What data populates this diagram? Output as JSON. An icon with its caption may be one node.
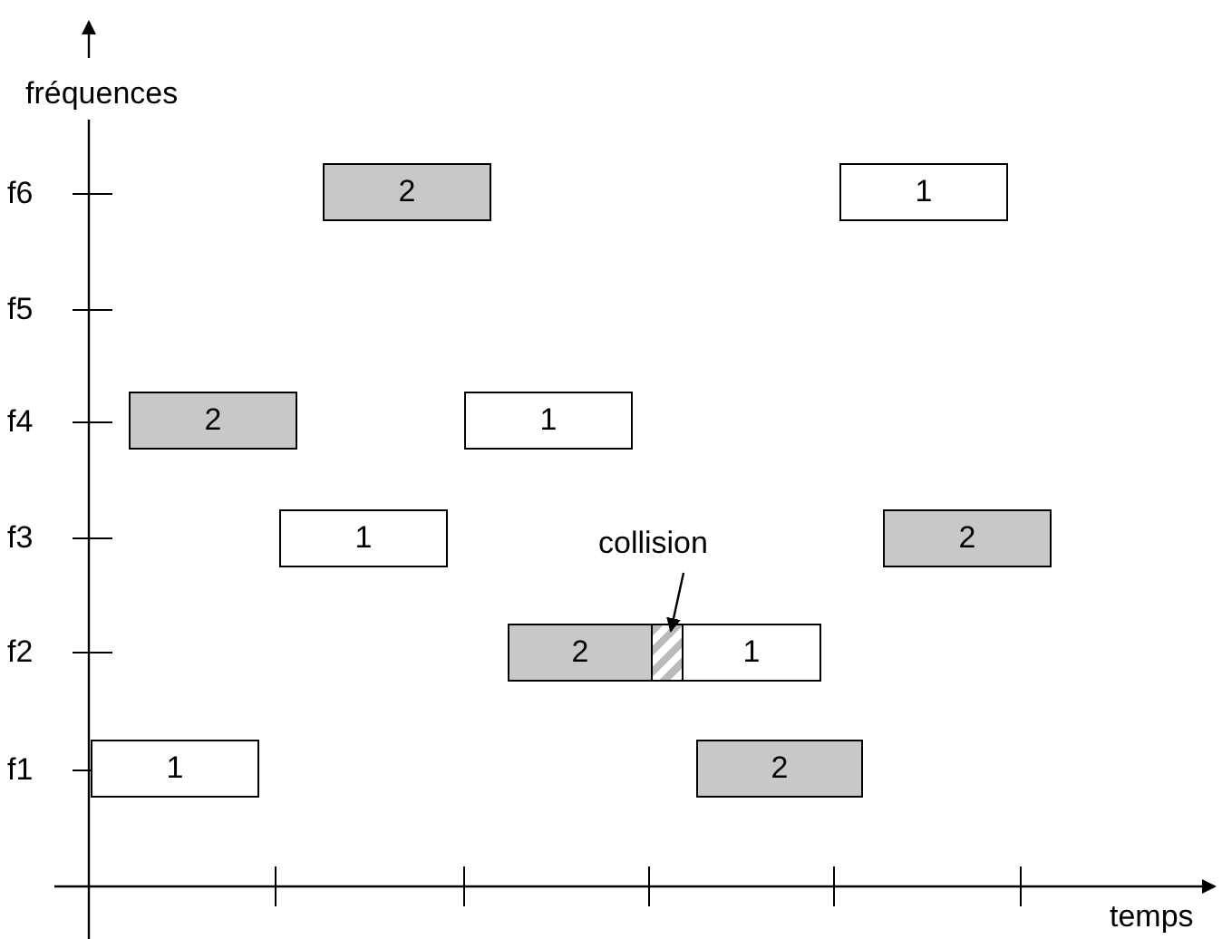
{
  "diagram": {
    "nodes": [
      {
        "text": [
          "2"
        ]
      },
      {
        "text": [
          "1"
        ]
      },
      {
        "text": [
          "2"
        ]
      },
      {
        "text": [
          "1"
        ]
      },
      {
        "text": [
          "1"
        ]
      },
      {
        "text": [
          "2"
        ]
      },
      {
        "text": [
          "collision"
        ]
      },
      {
        "text": [
          "2"
        ]
      },
      {
        "text": [],
        "shape": "box"
      },
      {
        "text": [
          "1"
        ]
      },
      {
        "text": [
          "1"
        ]
      },
      {
        "text": [
          "2"
        ]
      }
    ],
    "edges": [
      {
        "from": 6,
        "to": 8,
        "arrow": "to"
      }
    ],
    "labels": [
      "fréquences",
      "f6",
      "f5",
      "f4",
      "f3",
      "f2",
      "f1",
      "temps"
    ]
  }
}
